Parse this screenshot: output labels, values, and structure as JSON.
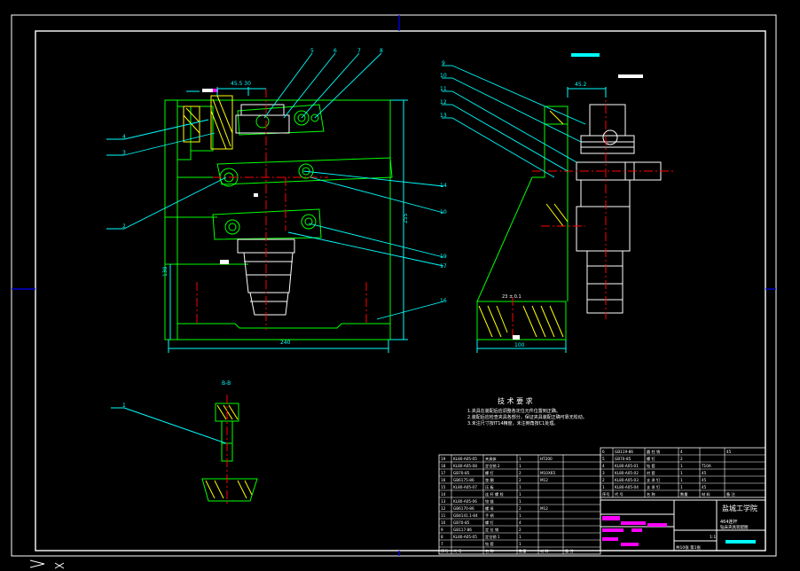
{
  "colors": {
    "background": "#000000",
    "border": "#ffffff",
    "outline": "#00ff00",
    "center_line": "#ff0000",
    "dimension": "#00ffff",
    "part": "#ffffff",
    "fill_yellow": "#ffff00",
    "fill_magenta": "#ff00ff",
    "fill_blue": "#0000ff",
    "leader": "#00ffff"
  },
  "view_labels": {
    "section_top": "",
    "section_bottom": "B-B"
  },
  "dimensions": {
    "overall_width_front": "240",
    "overall_height_front": "255",
    "height_138": "138",
    "width_side": "100",
    "dim_top": "45.5 30",
    "dim_side_top": "45.2",
    "dim_side_small": "23 ± 0.1"
  },
  "balloons": {
    "front_left": [
      "4",
      "3",
      "2"
    ],
    "front_top": [
      "5",
      "6",
      "7",
      "8"
    ],
    "front_right": [
      "14",
      "10",
      "19",
      "17",
      "16"
    ],
    "side_left": [
      "9",
      "10",
      "11",
      "12",
      "13"
    ],
    "bottom_view": [
      "1"
    ]
  },
  "tech_requirements": {
    "title": "技 术 要 求",
    "lines": [
      "1.夹具在装配后应调整各定位元件位置到正确。",
      "2.装配后应检查夹具各部分，保证夹具装配正确可靠无松动。",
      "3.未注尺寸按IT14精度，未注倒角按C1处理。"
    ]
  },
  "parts_list_left": [
    [
      "19",
      "KL80-A05-05",
      "夹具体",
      "1",
      "HT200",
      ""
    ],
    [
      "18",
      "KL80-A05-08",
      "定位销 2",
      "1",
      "",
      ""
    ],
    [
      "17",
      "GB70-85",
      "螺 钉",
      "2",
      "M10X65",
      ""
    ],
    [
      "16",
      "GB6175-86",
      "垫 圈",
      "2",
      "M12",
      ""
    ],
    [
      "15",
      "KL80-A05-07",
      "压 板",
      "1",
      "",
      ""
    ],
    [
      "14",
      "",
      "连 杆 螺 栓",
      "1",
      "",
      ""
    ],
    [
      "13",
      "KL80-A05-06",
      "铰 链",
      "1",
      "",
      ""
    ],
    [
      "12",
      "GB6170-86",
      "螺 母",
      "2",
      "M12",
      ""
    ],
    [
      "11",
      "GB4141.1-84",
      "手 柄",
      "1",
      "",
      ""
    ],
    [
      "10",
      "GB70-85",
      "螺 钉",
      "4",
      "",
      ""
    ],
    [
      "9",
      "GB117-86",
      "定 位 销",
      "2",
      "",
      ""
    ],
    [
      "8",
      "KL80-A05-05",
      "定位销 1",
      "1",
      "",
      ""
    ],
    [
      "7",
      "",
      "钻 套",
      "1",
      "",
      ""
    ]
  ],
  "parts_list_left_header": [
    "序号",
    "代 号",
    "名 称",
    "数量",
    "材 料",
    "备 注"
  ],
  "parts_list_right": [
    [
      "6",
      "GB119-86",
      "圆 柱 销",
      "4",
      "",
      "45"
    ],
    [
      "5",
      "GB70-85",
      "螺 钉",
      "2",
      "",
      ""
    ],
    [
      "4",
      "KL80-A05-01",
      "钻 套",
      "1",
      "T10A",
      ""
    ],
    [
      "3",
      "KL80-A05-02",
      "衬 套",
      "1",
      "45",
      ""
    ],
    [
      "2",
      "KL80-A05-03",
      "支 承 钉",
      "1",
      "45",
      ""
    ],
    [
      "1",
      "KL80-A05-04",
      "支 承 钉",
      "1",
      "45",
      ""
    ]
  ],
  "parts_list_right_header": [
    "序号",
    "代 号",
    "名 称",
    "数量",
    "材 料",
    "备 注"
  ],
  "title_block": {
    "school": "盐城工学院",
    "drawing_name": "464连杆",
    "drawing_subname": "钻床夹具装配图",
    "scale_label": "1:1",
    "sheet": "共10张 第1张"
  }
}
